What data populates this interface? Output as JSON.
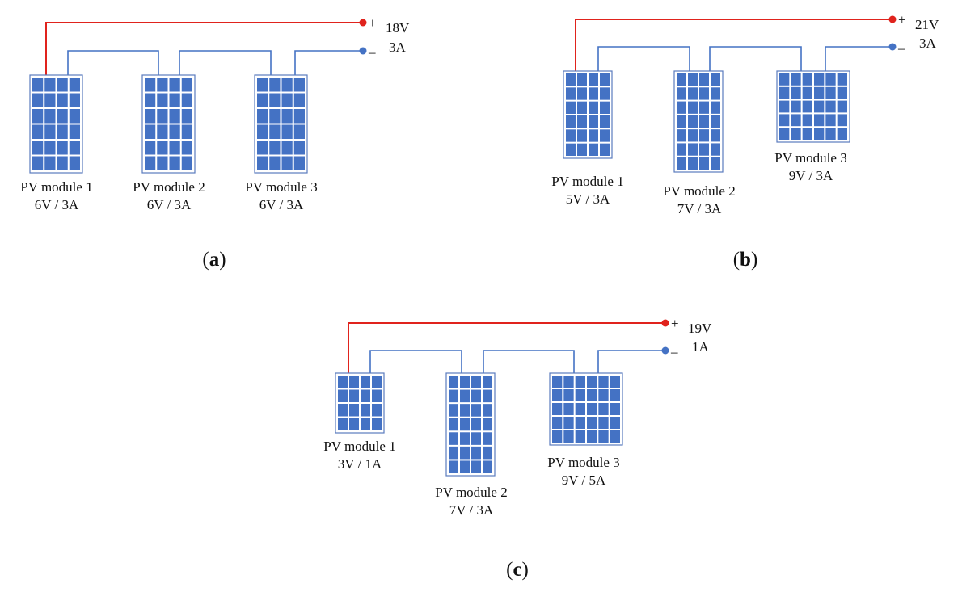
{
  "colors": {
    "positive_wire": "#e0231d",
    "negative_wire": "#4472c4",
    "cell": "#4472c4"
  },
  "panels": [
    {
      "caption_open": "(",
      "caption_letter": "a",
      "caption_close": ")",
      "output": {
        "plus": "+",
        "minus": "–",
        "voltage": "18V",
        "current": "3A"
      },
      "modules": [
        {
          "name": "PV module 1",
          "rating": "6V / 3A",
          "cols": 4,
          "rows": 6
        },
        {
          "name": "PV module 2",
          "rating": "6V / 3A",
          "cols": 4,
          "rows": 6
        },
        {
          "name": "PV module 3",
          "rating": "6V / 3A",
          "cols": 4,
          "rows": 6
        }
      ]
    },
    {
      "caption_open": "(",
      "caption_letter": "b",
      "caption_close": ")",
      "output": {
        "plus": "+",
        "minus": "–",
        "voltage": "21V",
        "current": "3A"
      },
      "modules": [
        {
          "name": "PV module 1",
          "rating": "5V / 3A",
          "cols": 4,
          "rows": 6
        },
        {
          "name": "PV module 2",
          "rating": "7V / 3A",
          "cols": 4,
          "rows": 7
        },
        {
          "name": "PV module 3",
          "rating": "9V / 3A",
          "cols": 6,
          "rows": 5
        }
      ]
    },
    {
      "caption_open": "(",
      "caption_letter": "c",
      "caption_close": ")",
      "output": {
        "plus": "+",
        "minus": "–",
        "voltage": "19V",
        "current": "1A"
      },
      "modules": [
        {
          "name": "PV module 1",
          "rating": "3V / 1A",
          "cols": 4,
          "rows": 4
        },
        {
          "name": "PV module 2",
          "rating": "7V / 3A",
          "cols": 4,
          "rows": 7
        },
        {
          "name": "PV module 3",
          "rating": "9V / 5A",
          "cols": 6,
          "rows": 5
        }
      ]
    }
  ]
}
